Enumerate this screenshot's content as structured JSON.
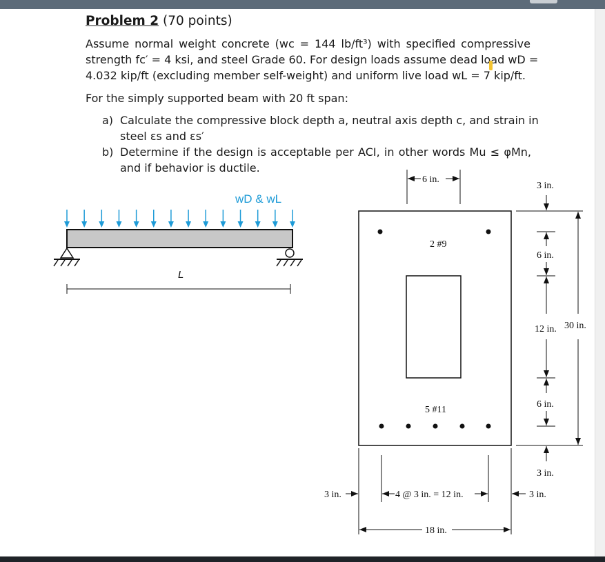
{
  "problem": {
    "title_label": "Problem 2",
    "points": "(70 points)",
    "paragraph_lines": [
      "Assume normal weight concrete (wc = 144 lb/ft³) with specified compressive",
      "strength fc′ = 4 ksi, and steel Grade 60. For design loads assume dead load wD =",
      "4.032 kip/ft (excluding member self-weight) and uniform live load wL = 7 kip/ft."
    ],
    "span_line": "For the simply supported beam with 20 ft span:",
    "item_a": {
      "label": "a)",
      "lines": [
        "Calculate the compressive block depth a, neutral axis depth c, and strain in",
        "steel εs and εs′"
      ]
    },
    "item_b": {
      "label": "b)",
      "lines": [
        "Determine if the design is acceptable per ACI, in other words Mu ≤ φMn,",
        "and if behavior is ductile."
      ]
    }
  },
  "beam_diagram": {
    "load_label": "wD & wL",
    "span_label": "L",
    "arrow_color": "#1e9bd7",
    "beam_color": "#c8c8c8"
  },
  "section_diagram": {
    "top_bars_label": "2 #9",
    "bottom_bars_label": "5 #11",
    "top_cover_label": "3 in.",
    "dim_6in_top": "6 in.",
    "dim_6in_upper": "6 in.",
    "dim_12in": "12 in.",
    "dim_30in": "30 in.",
    "dim_6in_lower": "6 in.",
    "dim_3in_bottom": "3 in.",
    "dim_3in_left": "3 in.",
    "dim_spacing": "4 @ 3 in. = 12 in.",
    "dim_3in_right": "3 in.",
    "dim_18in": "18 in."
  }
}
